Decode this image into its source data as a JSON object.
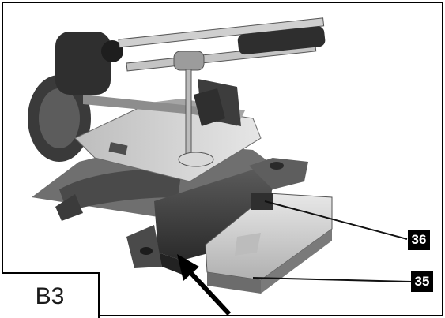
{
  "figure": {
    "label": "B3",
    "subject": "miter-saw",
    "callouts": [
      {
        "number": "36"
      },
      {
        "number": "35"
      }
    ],
    "arrow_icon": "arrow-pointing-up-left-icon"
  },
  "colors": {
    "frame": "#000000",
    "callout_bg": "#000000",
    "callout_text": "#ffffff"
  }
}
